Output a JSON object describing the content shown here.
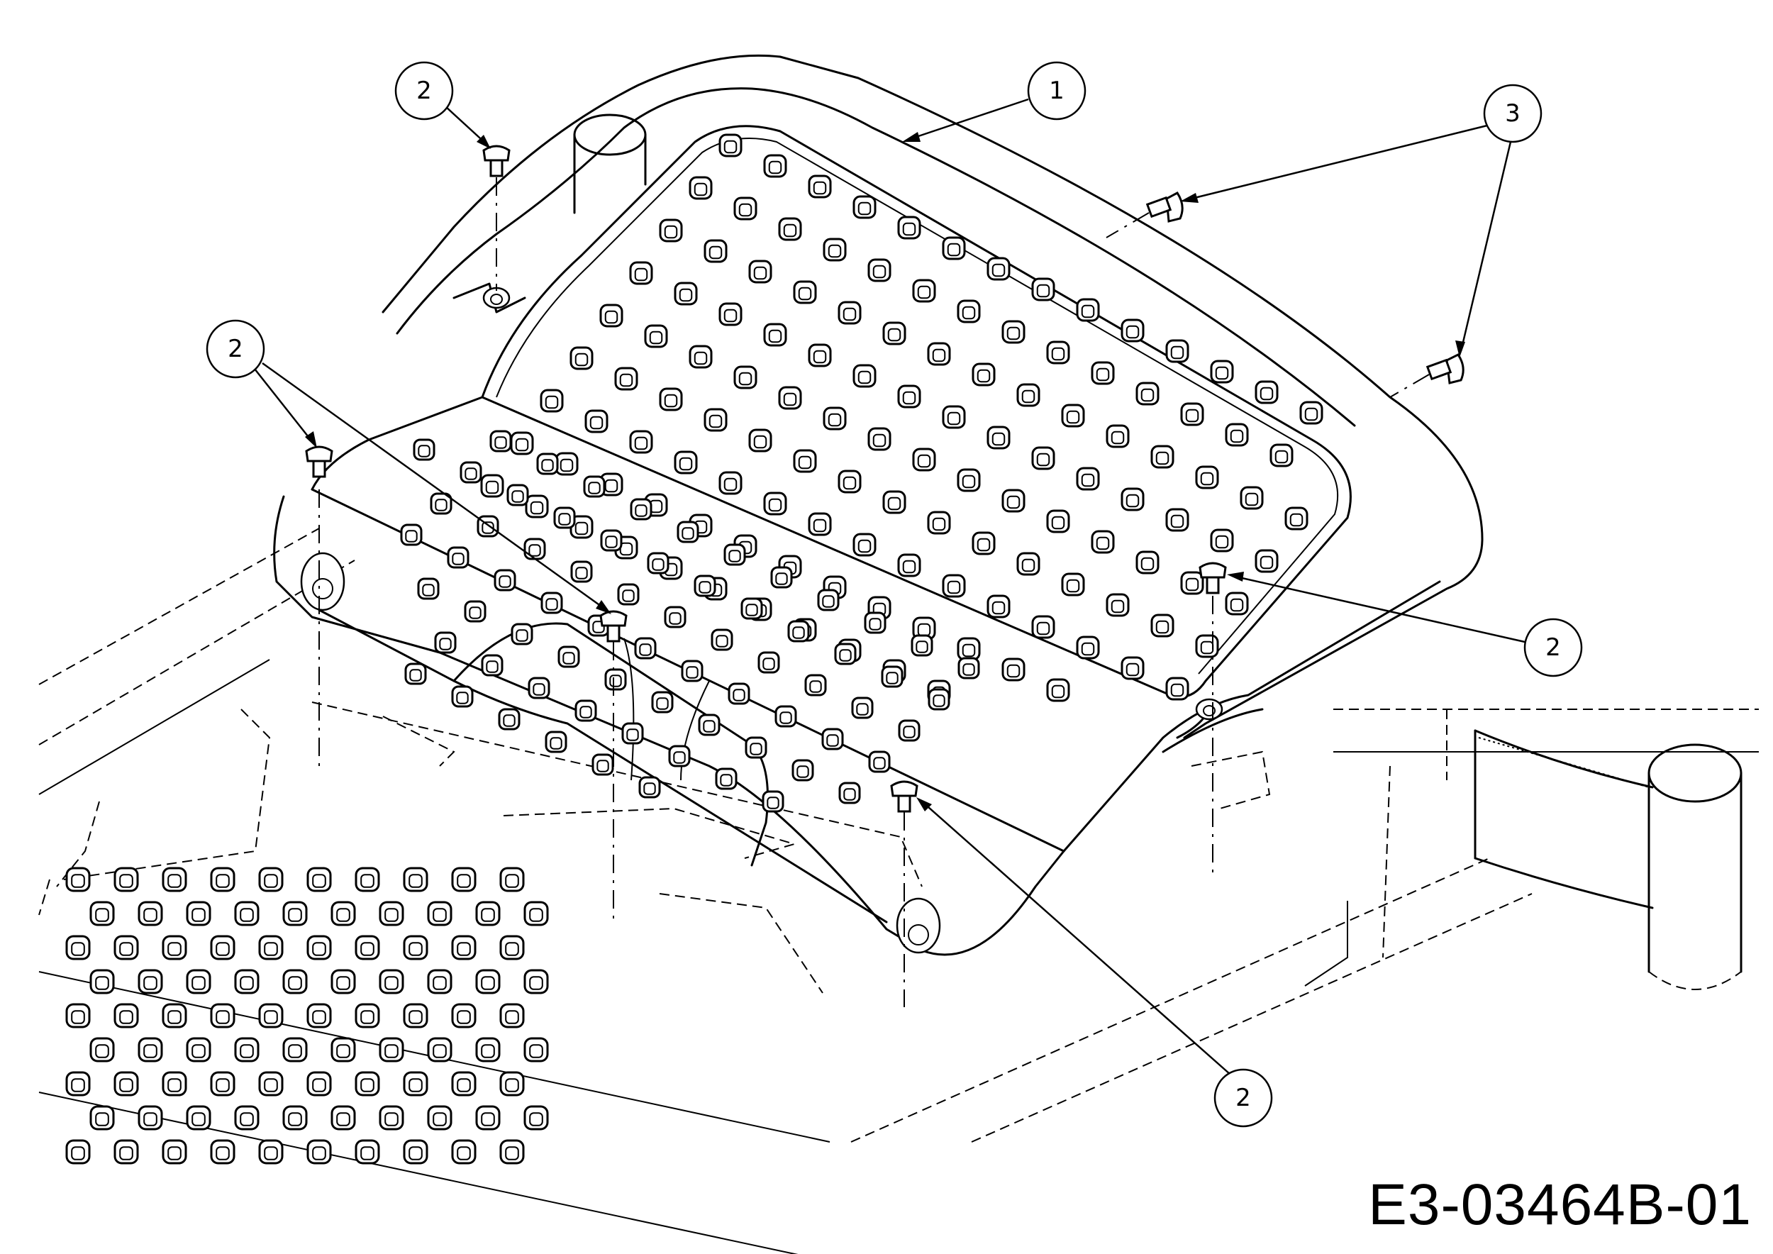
{
  "figure_id": "E3-03464B-01",
  "callouts": {
    "part_1": "1",
    "part_2": "2",
    "part_3": "3"
  },
  "colors": {
    "ink": "#000000",
    "paper": "#ffffff"
  }
}
